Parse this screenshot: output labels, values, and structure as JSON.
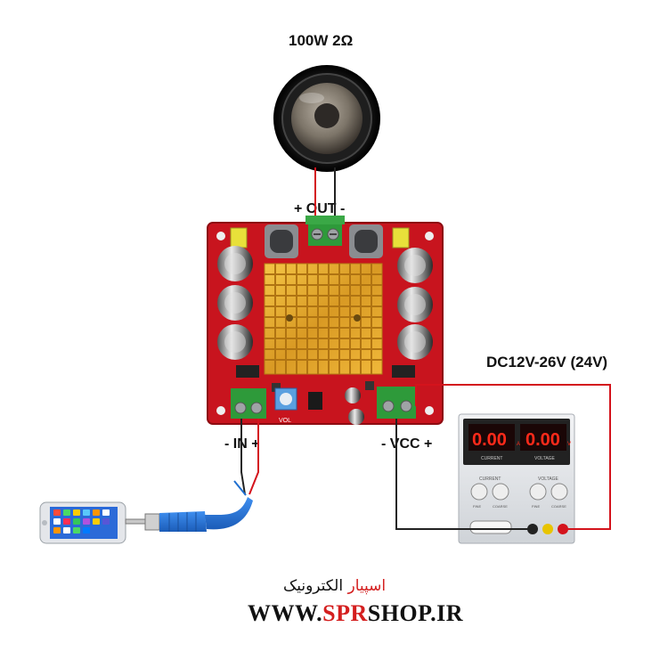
{
  "labels": {
    "speaker": "100W 2Ω",
    "output": "+ OUT -",
    "power_supply": "DC12V-26V (24V)",
    "input": "- IN +",
    "vcc": "- VCC +"
  },
  "board": {
    "vol_label": "VOL",
    "components": [
      "inductor",
      "inductor",
      "capacitor",
      "capacitor",
      "capacitor",
      "capacitor",
      "capacitor",
      "capacitor",
      "heatsink",
      "terminal-out",
      "terminal-in",
      "terminal-vcc",
      "potentiometer"
    ]
  },
  "psu": {
    "current_display": "0.00",
    "voltage_display": "0.00",
    "current_unit": "A",
    "voltage_unit": "V",
    "current_caption": "CURRENT",
    "voltage_caption": "VOLTAGE",
    "current_knob_title": "CURRENT",
    "voltage_knob_title": "VOLTAGE",
    "knob_fine": "FINE",
    "knob_coarse": "COARSE"
  },
  "watermark": {
    "persian_brand": "اسپیار",
    "persian_text": "الکترونیک",
    "url_prefix": "WWW.",
    "url_brand": "SPR",
    "url_suffix": "SHOP.IR"
  },
  "colors": {
    "board_red": "#c8141e",
    "heatsink_gold": "#e0a42a",
    "terminal_green": "#2e9a3a",
    "wire_red": "#d4131c",
    "wire_black": "#222222",
    "brand_red": "#d41f1f",
    "cable_blue": "#1f6fd0"
  }
}
